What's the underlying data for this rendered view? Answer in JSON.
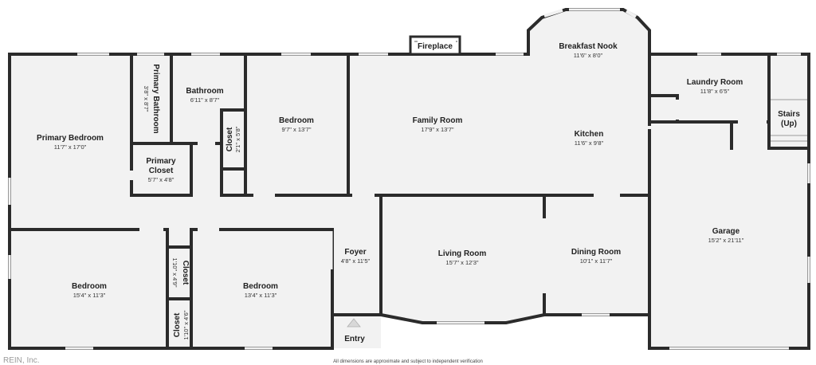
{
  "rooms": [
    {
      "id": "fireplace",
      "name": "Fireplace",
      "dims": ""
    },
    {
      "id": "breakfast_nook",
      "name": "Breakfast Nook",
      "dims": "11'6\" x 8'0\""
    },
    {
      "id": "primary_bathroom",
      "name": "Primary Bathroom",
      "dims": "3'8\" x 8'7\""
    },
    {
      "id": "bathroom",
      "name": "Bathroom",
      "dims": "6'11\" x 8'7\""
    },
    {
      "id": "closet_hall",
      "name": "Closet",
      "dims": "2'1\" x 5'8\""
    },
    {
      "id": "bedroom_top",
      "name": "Bedroom",
      "dims": "9'7\" x 13'7\""
    },
    {
      "id": "family_room",
      "name": "Family Room",
      "dims": "17'9\" x 13'7\""
    },
    {
      "id": "kitchen",
      "name": "Kitchen",
      "dims": "11'6\" x 9'8\""
    },
    {
      "id": "laundry_room",
      "name": "Laundry Room",
      "dims": "11'8\" x 6'5\""
    },
    {
      "id": "stairs",
      "name": "Stairs",
      "name2": "(Up)",
      "dims": ""
    },
    {
      "id": "primary_bedroom",
      "name": "Primary Bedroom",
      "dims": "11'7\" x 17'0\""
    },
    {
      "id": "primary_closet",
      "name": "Primary",
      "name2": "Closet",
      "dims": "5'7\" x 4'8\""
    },
    {
      "id": "garage",
      "name": "Garage",
      "dims": "15'2\" x 21'11\""
    },
    {
      "id": "foyer",
      "name": "Foyer",
      "dims": "4'8\" x 11'5\""
    },
    {
      "id": "living_room",
      "name": "Living Room",
      "dims": "15'7\" x 12'3\""
    },
    {
      "id": "dining_room",
      "name": "Dining Room",
      "dims": "10'1\" x 11'7\""
    },
    {
      "id": "closet_a",
      "name": "Closet",
      "dims": "1'10\" x 4'9\""
    },
    {
      "id": "bedroom_left",
      "name": "Bedroom",
      "dims": "15'4\" x 11'3\""
    },
    {
      "id": "bedroom_right",
      "name": "Bedroom",
      "dims": "13'4\" x 11'3\""
    },
    {
      "id": "closet_b",
      "name": "Closet",
      "dims": "1'10\" x 4'6\""
    }
  ],
  "entry_label": "Entry",
  "disclaimer": "All dimensions are approximate and subject to independent verification",
  "watermark": "REIN, Inc."
}
